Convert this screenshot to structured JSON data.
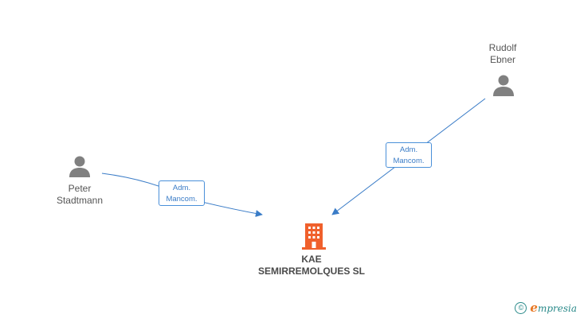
{
  "diagram": {
    "people": [
      {
        "id": "rudolf",
        "name_line1": "Rudolf",
        "name_line2": "Ebner",
        "icon": "person-icon"
      },
      {
        "id": "peter",
        "name_line1": "Peter",
        "name_line2": "Stadtmann",
        "icon": "person-icon"
      }
    ],
    "company": {
      "name_line1": "KAE",
      "name_line2": "SEMIRREMOLQUES SL",
      "icon": "building-icon",
      "color": "#f0602c"
    },
    "edges": [
      {
        "from": "rudolf",
        "to": "company",
        "label_line1": "Adm.",
        "label_line2": "Mancom."
      },
      {
        "from": "peter",
        "to": "company",
        "label_line1": "Adm.",
        "label_line2": "Mancom."
      }
    ],
    "colors": {
      "edge": "#3a7cc7",
      "person": "#808080",
      "label_text": "#555555"
    }
  },
  "watermark": {
    "copyright_symbol": "©",
    "brand_first": "e",
    "brand_rest": "mpresia"
  }
}
